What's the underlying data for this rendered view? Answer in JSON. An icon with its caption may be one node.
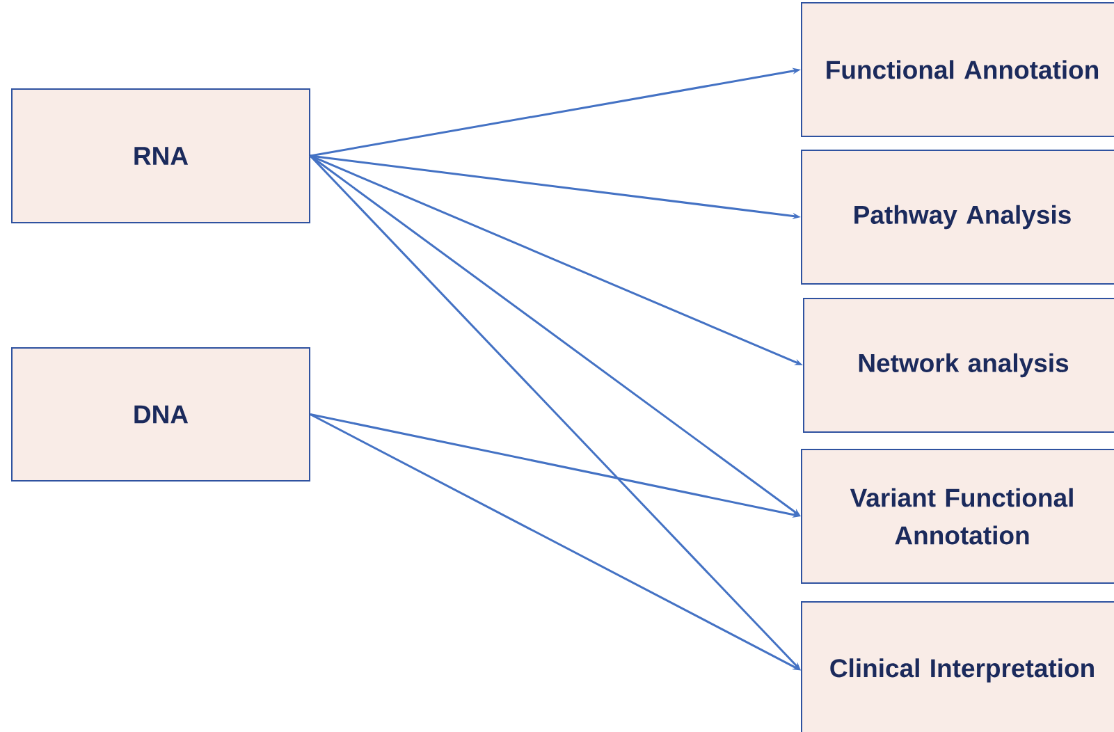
{
  "diagram": {
    "nodes": [
      {
        "text": [
          "RNA"
        ]
      },
      {
        "text": [
          "DNA"
        ]
      },
      {
        "text": [
          "Functional Annotation"
        ]
      },
      {
        "text": [
          "Pathway Analysis"
        ]
      },
      {
        "text": [
          "Network analysis"
        ]
      },
      {
        "text": [
          "Variant Functional Annotation"
        ]
      },
      {
        "text": [
          "Clinical Interpretation"
        ]
      }
    ],
    "edges": [
      {
        "from": 0,
        "to": 2,
        "arrow": "to"
      },
      {
        "from": 0,
        "to": 3,
        "arrow": "to"
      },
      {
        "from": 0,
        "to": 4,
        "arrow": "to"
      },
      {
        "from": 0,
        "to": 5,
        "arrow": "to"
      },
      {
        "from": 0,
        "to": 6,
        "arrow": "to"
      },
      {
        "from": 1,
        "to": 5,
        "arrow": "to"
      },
      {
        "from": 1,
        "to": 6,
        "arrow": "to"
      }
    ]
  }
}
